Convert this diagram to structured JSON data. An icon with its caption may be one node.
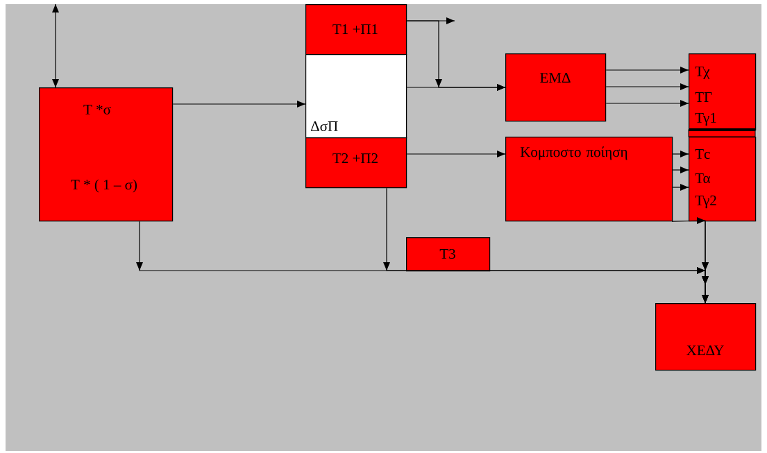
{
  "diagram": {
    "nodes": [
      {
        "text": [
          "T *σ",
          "T * ( 1 – σ)"
        ]
      },
      {
        "text": [
          "T1 +Π1"
        ]
      },
      {
        "text": [
          "ΔσΠ"
        ]
      },
      {
        "text": [
          "T2 +Π2"
        ]
      },
      {
        "text": [
          "ΕΜΔ"
        ]
      },
      {
        "text": [
          "Κομποστο ποίηση"
        ]
      },
      {
        "text": [
          "Τχ",
          "ΤΓ",
          "Τγ1"
        ]
      },
      {
        "text": [
          "Τc",
          "Τα",
          "Τγ2"
        ]
      },
      {
        "text": [
          "Τ3"
        ]
      },
      {
        "text": [
          "ΧΕΔΥ"
        ]
      }
    ],
    "edges": [
      {
        "from": null,
        "to": 0,
        "arrow": "both"
      },
      {
        "from": 0,
        "to": 2,
        "arrow": "to"
      },
      {
        "from": 1,
        "to": null,
        "arrow": "to"
      },
      {
        "from": 2,
        "to": 4,
        "arrow": "to"
      },
      {
        "from": 1,
        "to": 4,
        "arrow": "to"
      },
      {
        "from": 3,
        "to": 5,
        "arrow": "to"
      },
      {
        "from": 4,
        "to": 6,
        "arrow": "to"
      },
      {
        "from": 4,
        "to": 6,
        "arrow": "to"
      },
      {
        "from": 4,
        "to": 6,
        "arrow": "to"
      },
      {
        "from": 5,
        "to": 7,
        "arrow": "to"
      },
      {
        "from": 5,
        "to": 7,
        "arrow": "to"
      },
      {
        "from": 5,
        "to": 7,
        "arrow": "to"
      },
      {
        "from": 5,
        "to": 9,
        "arrow": "to"
      },
      {
        "from": 7,
        "to": 9,
        "arrow": "to"
      },
      {
        "from": 0,
        "to": 9,
        "arrow": "to"
      },
      {
        "from": 3,
        "to": 9,
        "arrow": "to"
      }
    ]
  }
}
